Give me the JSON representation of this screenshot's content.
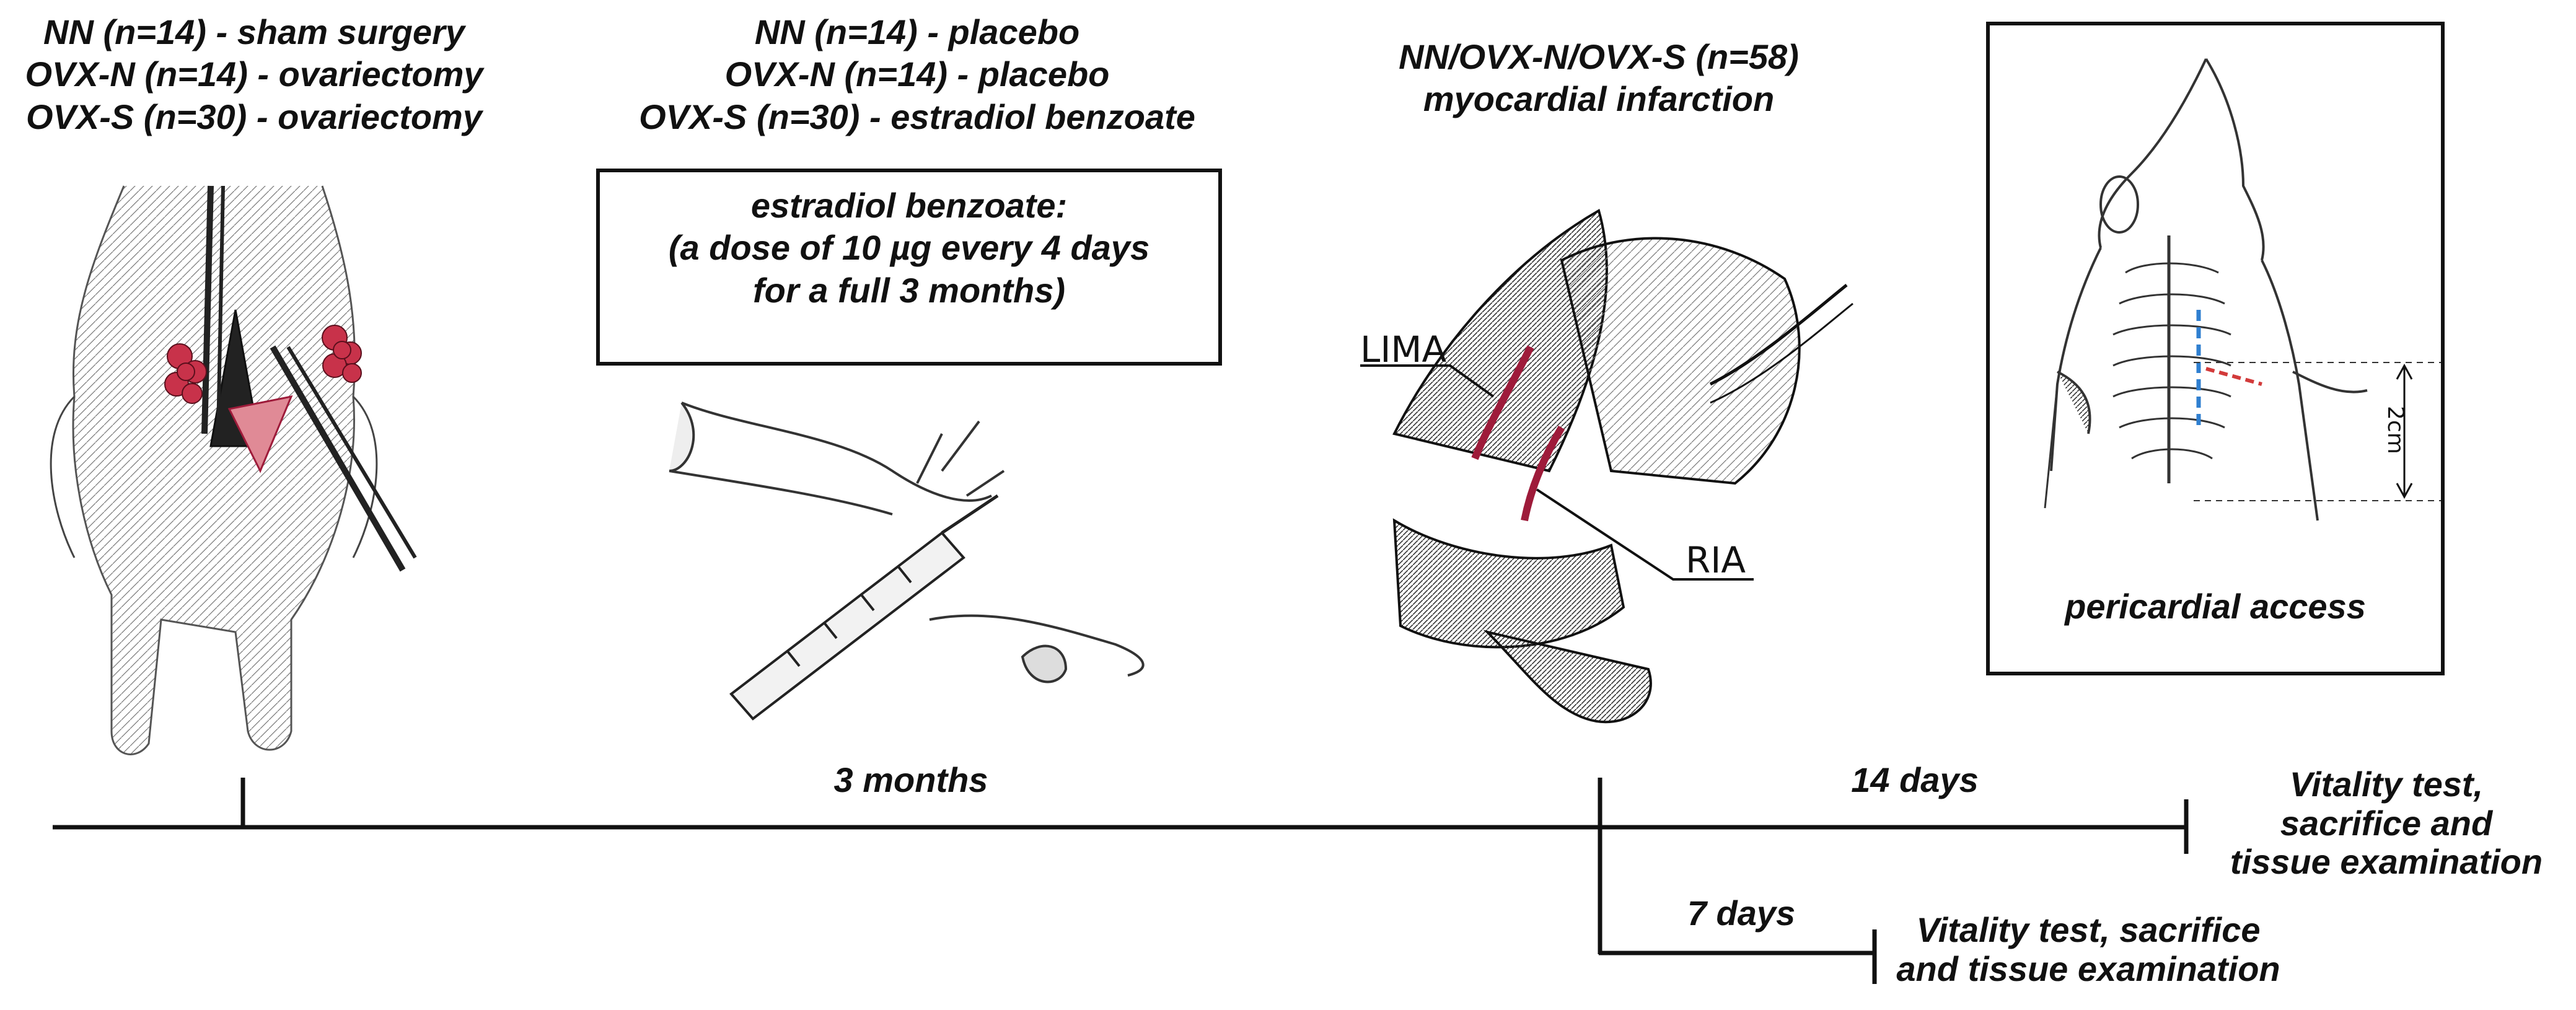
{
  "groups_surgery": {
    "lines": [
      "NN (n=14) - sham surgery",
      "OVX-N (n=14) - ovariectomy",
      "OVX-S (n=30) - ovariectomy"
    ]
  },
  "groups_treatment": {
    "lines": [
      "NN (n=14) - placebo",
      "OVX-N (n=14) - placebo",
      "OVX-S (n=30) - estradiol benzoate"
    ]
  },
  "dose_box": {
    "lines": [
      "estradiol benzoate:",
      "(a dose of 10 µg every 4 days",
      "for a full 3 months)"
    ]
  },
  "infarction": {
    "lines": [
      "NN/OVX-N/OVX-S (n=58)",
      "myocardial infarction"
    ]
  },
  "heart_labels": {
    "lima": "LIMA",
    "ria": "RIA"
  },
  "access_box": {
    "caption": "pericardial access",
    "scale": "2cm"
  },
  "timeline": {
    "period_main": "3 months",
    "period_long": "14 days",
    "period_short": "7 days",
    "end_long": [
      "Vitality test,",
      "sacrifice and",
      "tissue examination"
    ],
    "end_short": [
      "Vitality test, sacrifice",
      "and tissue examination"
    ]
  },
  "colors": {
    "ink": "#111111",
    "tissue_red": "#c8324a",
    "vessel_red": "#9e1b3a",
    "guide_blue": "#2f7fd0",
    "guide_red": "#d23a3a"
  }
}
